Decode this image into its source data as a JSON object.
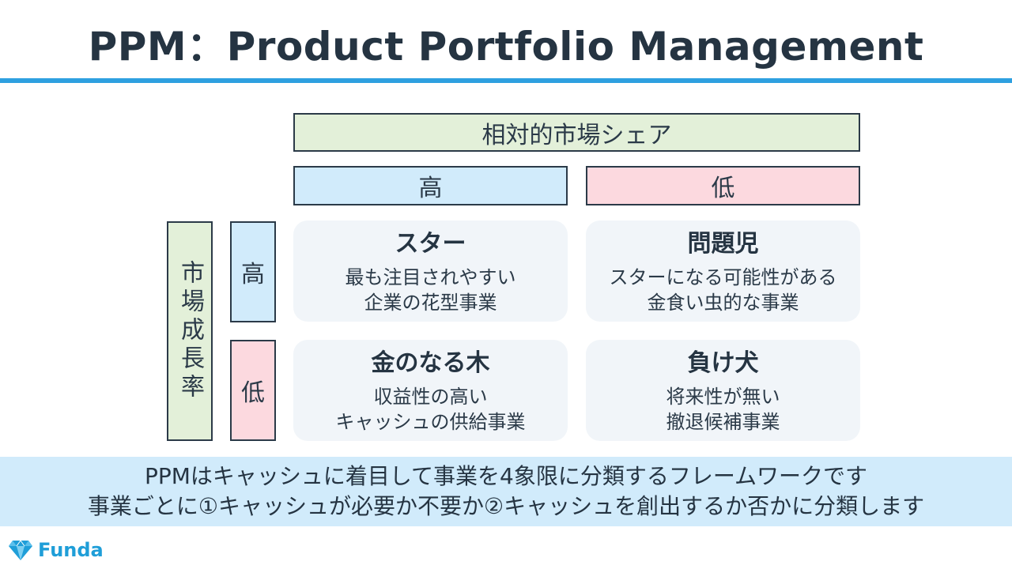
{
  "title": "PPM：Product Portfolio Management",
  "axes": {
    "relative_share": "相対的市場シェア",
    "share_high": "高",
    "share_low": "低",
    "market_growth": "市場成長率",
    "growth_high": "高",
    "growth_low": "低"
  },
  "quadrants": [
    {
      "title": "スター",
      "line1": "最も注目されやすい",
      "line2": "企業の花型事業"
    },
    {
      "title": "問題児",
      "line1": "スターになる可能性がある",
      "line2": "金食い虫的な事業"
    },
    {
      "title": "金のなる木",
      "line1": "収益性の高い",
      "line2": "キャッシュの供給事業"
    },
    {
      "title": "負け犬",
      "line1": "将来性が無い",
      "line2": "撤退候補事業"
    }
  ],
  "summary": {
    "line1": "PPMはキャッシュに着目して事業を4象限に分類するフレームワークです",
    "line2": "事業ごとに①キャッシュが必要か不要か②キャッシュを創出するか否かに分類します"
  },
  "logo": {
    "text": "Funda",
    "icon": "diamond-icon"
  },
  "colors": {
    "accent": "#2ea0e0",
    "header_green": "#e3f0d9",
    "high_blue": "#d1ebfb",
    "low_pink": "#fcd9df",
    "cell_bg": "#f1f5f9"
  }
}
